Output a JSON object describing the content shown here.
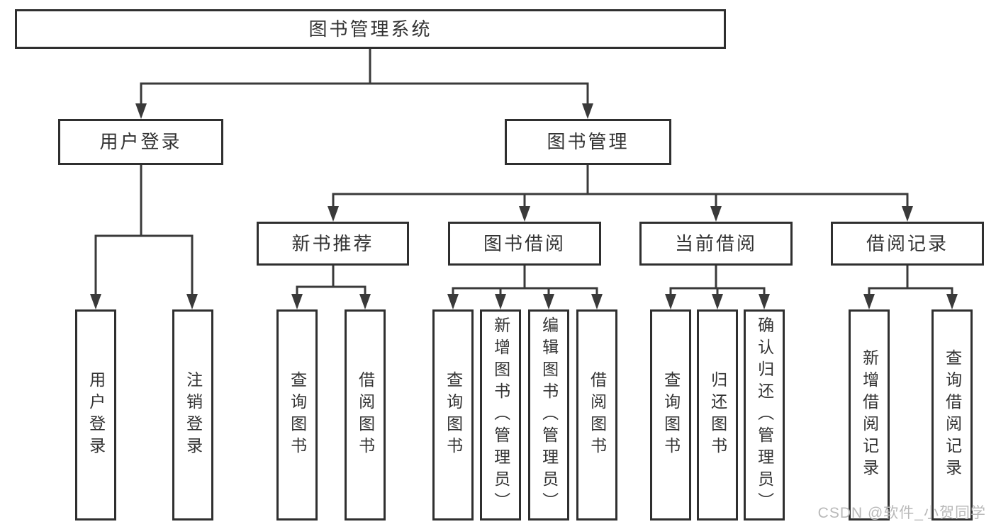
{
  "tree": {
    "label": "图书管理系统",
    "children": [
      {
        "label": "用户登录",
        "children": [
          {
            "label": "用户登录"
          },
          {
            "label": "注销登录"
          }
        ]
      },
      {
        "label": "图书管理",
        "children": [
          {
            "label": "新书推荐",
            "children": [
              {
                "label": "查询图书"
              },
              {
                "label": "借阅图书"
              }
            ]
          },
          {
            "label": "图书借阅",
            "children": [
              {
                "label": "查询图书"
              },
              {
                "label": "新增图书（管理员）"
              },
              {
                "label": "编辑图书（管理员）"
              },
              {
                "label": "借阅图书"
              }
            ]
          },
          {
            "label": "当前借阅",
            "children": [
              {
                "label": "查询图书"
              },
              {
                "label": "归还图书"
              },
              {
                "label": "确认归还（管理员）"
              }
            ]
          },
          {
            "label": "借阅记录",
            "children": [
              {
                "label": "新增借阅记录"
              },
              {
                "label": "查询借阅记录"
              }
            ]
          }
        ]
      }
    ]
  },
  "watermark": "CSDN @软件_小贺同学",
  "colors": {
    "line": "#3a3a3a",
    "border": "#2f2f2f",
    "text": "#333333",
    "watermark": "#b9b9b9",
    "background": "#ffffff"
  }
}
